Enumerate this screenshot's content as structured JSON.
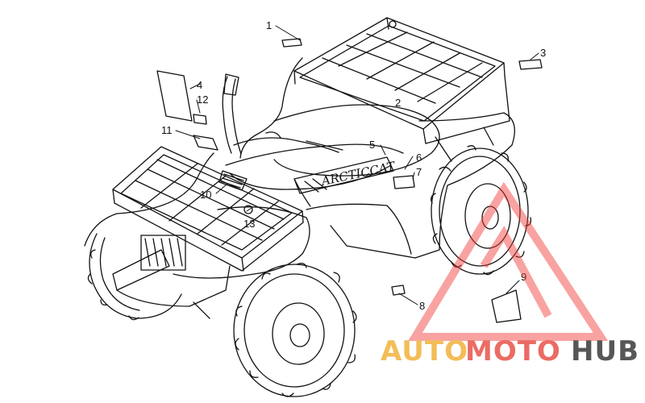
{
  "diagram": {
    "callouts": [
      "1",
      "2",
      "3",
      "4",
      "5",
      "6",
      "7",
      "8",
      "9",
      "10",
      "11",
      "12",
      "13"
    ]
  },
  "watermark": {
    "text_auto": "AUTO",
    "text_moto": "MOTO",
    "text_hub": "HUB",
    "colors": {
      "auto": "#f2b23a",
      "moto": "#e8534a",
      "hub": "#3a3a3a",
      "triangle": "#ee3a35"
    }
  },
  "decal_text": {
    "brand": "ARCTICCAT"
  }
}
